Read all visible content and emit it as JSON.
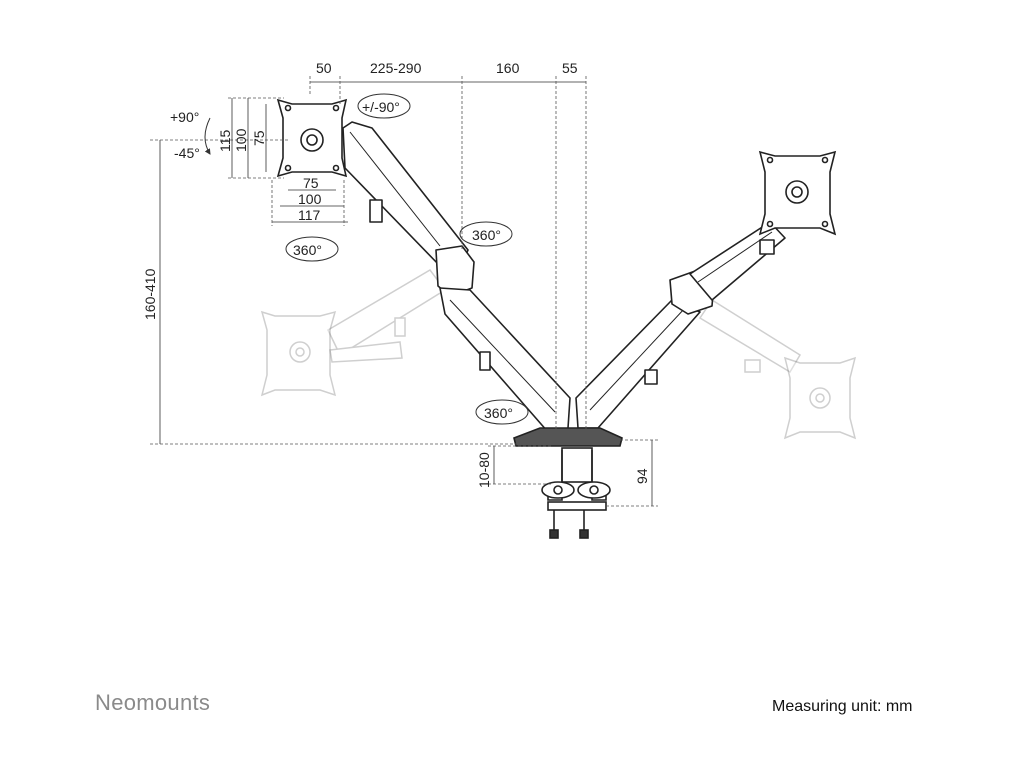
{
  "brand": "Neomounts",
  "unit_note": "Measuring unit: mm",
  "dimensions": {
    "top_a": "50",
    "top_b": "225-290",
    "top_c": "160",
    "top_d": "55",
    "tilt_up": "+90°",
    "tilt_down": "-45°",
    "swivel": "+/-90°",
    "vesa_h_115": "115",
    "vesa_h_100": "100",
    "vesa_h_75": "75",
    "vesa_w_75": "75",
    "vesa_w_100": "100",
    "vesa_w_117": "117",
    "rot_head": "360°",
    "rot_elbow": "360°",
    "rot_base": "360°",
    "height_range": "160-410",
    "clamp_range": "10-80",
    "base_height": "94"
  }
}
